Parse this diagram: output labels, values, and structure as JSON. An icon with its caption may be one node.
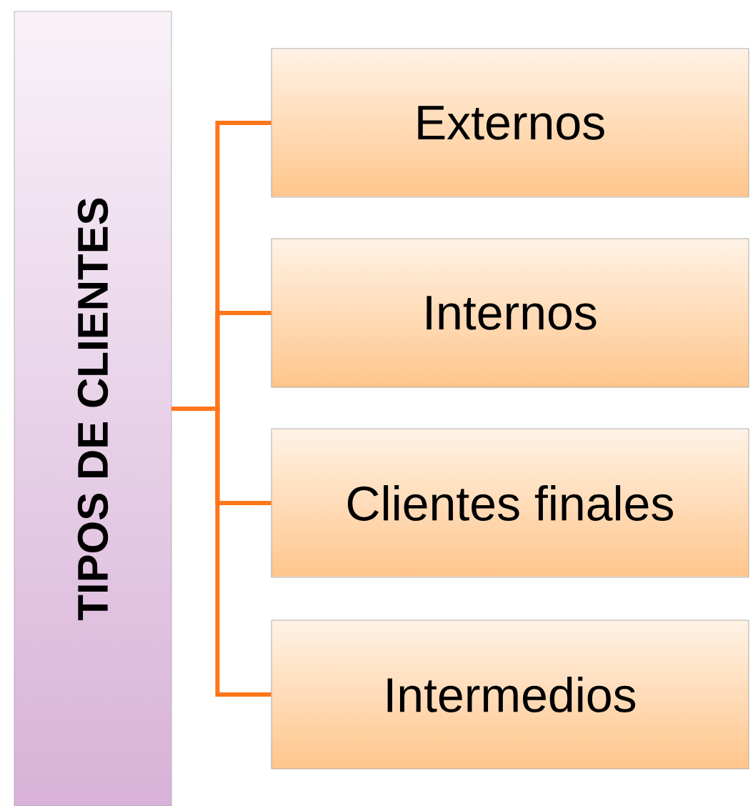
{
  "diagram": {
    "nodes": [
      {
        "text": [
          "TIPOS DE CLIENTES"
        ]
      },
      {
        "text": [
          "Externos"
        ]
      },
      {
        "text": [
          "Internos"
        ]
      },
      {
        "text": [
          "Clientes finales"
        ]
      },
      {
        "text": [
          "Intermedios"
        ]
      }
    ],
    "edges": [
      {
        "from": 0,
        "to": 1,
        "arrow": "none"
      },
      {
        "from": 0,
        "to": 2,
        "arrow": "none"
      },
      {
        "from": 0,
        "to": 3,
        "arrow": "none"
      },
      {
        "from": 0,
        "to": 4,
        "arrow": "none"
      }
    ]
  }
}
